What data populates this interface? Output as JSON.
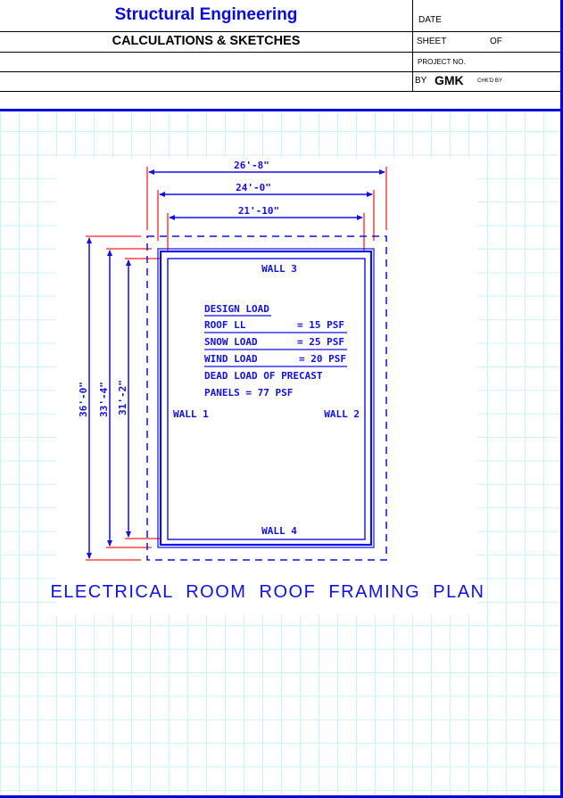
{
  "header": {
    "title": "Structural Engineering",
    "subtitle": "CALCULATIONS & SKETCHES",
    "date_label": "DATE",
    "sheet_label": "SHEET",
    "of_label": "OF",
    "project_no_label": "PROJECT NO.",
    "by_label": "BY",
    "by_value": "GMK",
    "checked_by_label": "CHK'D BY"
  },
  "colors": {
    "accent_blue": "#0000e0",
    "drawing_blue": "#1010e8",
    "dimension_red": "#ff2020",
    "grid_cyan": "#c8f4fa"
  },
  "drawing": {
    "dimensions_horizontal": [
      "26'-8\"",
      "24'-0\"",
      "21'-10\""
    ],
    "dimensions_vertical": [
      "36'-0\"",
      "33'-4\"",
      "31'-2\""
    ],
    "walls": {
      "top": "WALL 3",
      "left": "WALL 1",
      "right": "WALL 2",
      "bottom": "WALL 4"
    },
    "design_load": {
      "heading": "DESIGN LOAD",
      "rows": [
        {
          "label": "ROOF  LL",
          "value": "= 15 PSF"
        },
        {
          "label": "SNOW LOAD",
          "value": "= 25 PSF"
        },
        {
          "label": "WIND LOAD",
          "value": "= 20 PSF"
        }
      ],
      "dead_load_line1": "DEAD LOAD OF PRECAST",
      "dead_load_line2": "PANELS = 77 PSF"
    },
    "caption": "ELECTRICAL  ROOM  ROOF  FRAMING  PLAN"
  }
}
